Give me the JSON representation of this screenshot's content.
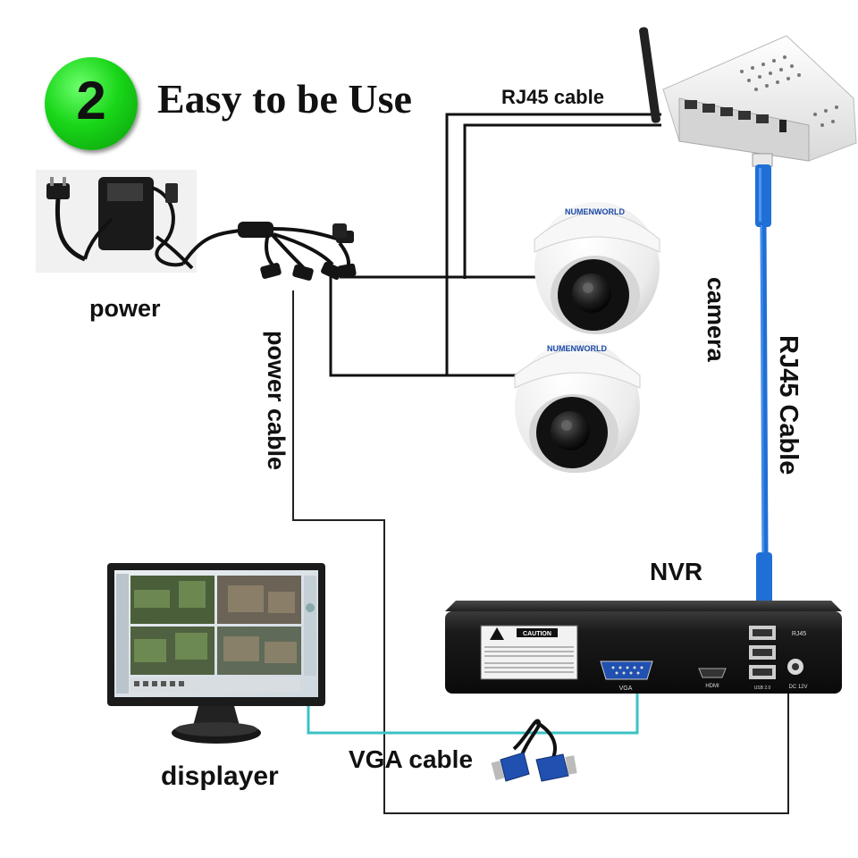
{
  "header": {
    "step_number": "2",
    "title": "Easy to be Use"
  },
  "labels": {
    "rj45_cable_top": "RJ45 cable",
    "power": "power",
    "power_cable": "power cable",
    "camera": "camera",
    "rj45_cable_side": "RJ45 Cable",
    "nvr": "NVR",
    "vga_cable": "VGA cable",
    "displayer": "displayer"
  },
  "devices": {
    "camera_brand": "NUMENWORLD",
    "nvr_caution_title": "CAUTION",
    "nvr_ports": {
      "vga": "VGA",
      "hdmi": "HDMI",
      "rj45": "RJ45",
      "usb": "USB 2.0",
      "dc": "DC 12V"
    }
  },
  "colors": {
    "step_badge": "#19d619",
    "wire": "#111111",
    "power_wire": "#222222",
    "vga_wire": "#3cc2c6",
    "rj45_cable": "#1f6fd6",
    "vga_connector": "#2050b0"
  }
}
